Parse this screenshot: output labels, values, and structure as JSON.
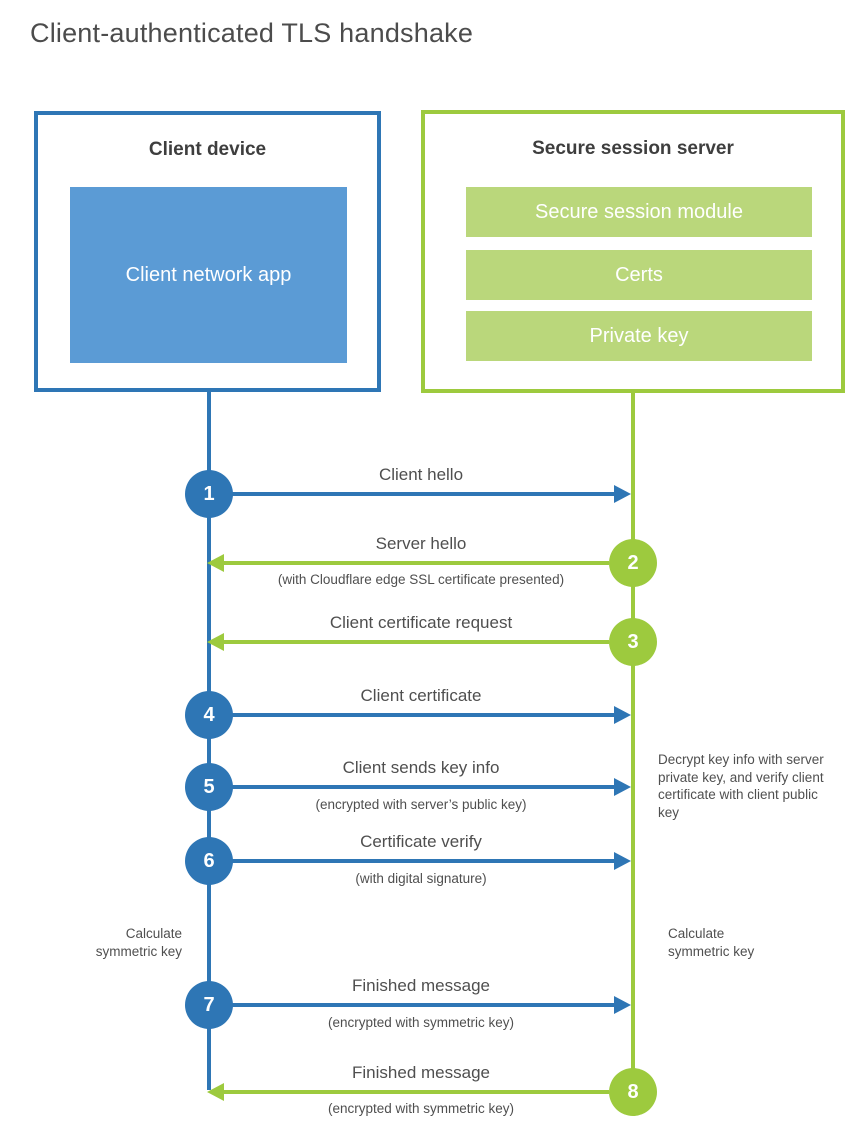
{
  "title": "Client-authenticated TLS handshake",
  "colors": {
    "blue_accent": "#2e76b5",
    "blue_fill": "#5b9bd5",
    "green_accent": "#9dca3e",
    "green_fill": "#bad77b"
  },
  "client_box": {
    "title": "Client device",
    "app_label": "Client network app"
  },
  "server_box": {
    "title": "Secure session server",
    "modules": [
      "Secure session module",
      "Certs",
      "Private key"
    ]
  },
  "steps": [
    {
      "num": "1",
      "from": "client",
      "direction": "right",
      "label": "Client hello",
      "sublabel": ""
    },
    {
      "num": "2",
      "from": "server",
      "direction": "left",
      "label": "Server hello",
      "sublabel": "(with Cloudflare edge SSL certificate presented)"
    },
    {
      "num": "3",
      "from": "server",
      "direction": "left",
      "label": "Client certificate request",
      "sublabel": ""
    },
    {
      "num": "4",
      "from": "client",
      "direction": "right",
      "label": "Client certificate",
      "sublabel": ""
    },
    {
      "num": "5",
      "from": "client",
      "direction": "right",
      "label": "Client sends key info",
      "sublabel": "(encrypted with server’s public key)"
    },
    {
      "num": "6",
      "from": "client",
      "direction": "right",
      "label": "Certificate verify",
      "sublabel": "(with digital signature)"
    },
    {
      "num": "7",
      "from": "client",
      "direction": "right",
      "label": "Finished message",
      "sublabel": "(encrypted with symmetric key)"
    },
    {
      "num": "8",
      "from": "server",
      "direction": "left",
      "label": "Finished message",
      "sublabel": "(encrypted with symmetric key)"
    }
  ],
  "notes": {
    "left_calculate": "Calculate symmetric key",
    "right_calculate": "Calculate symmetric key",
    "decrypt": "Decrypt key info with server private key, and verify client certificate with client public key"
  }
}
